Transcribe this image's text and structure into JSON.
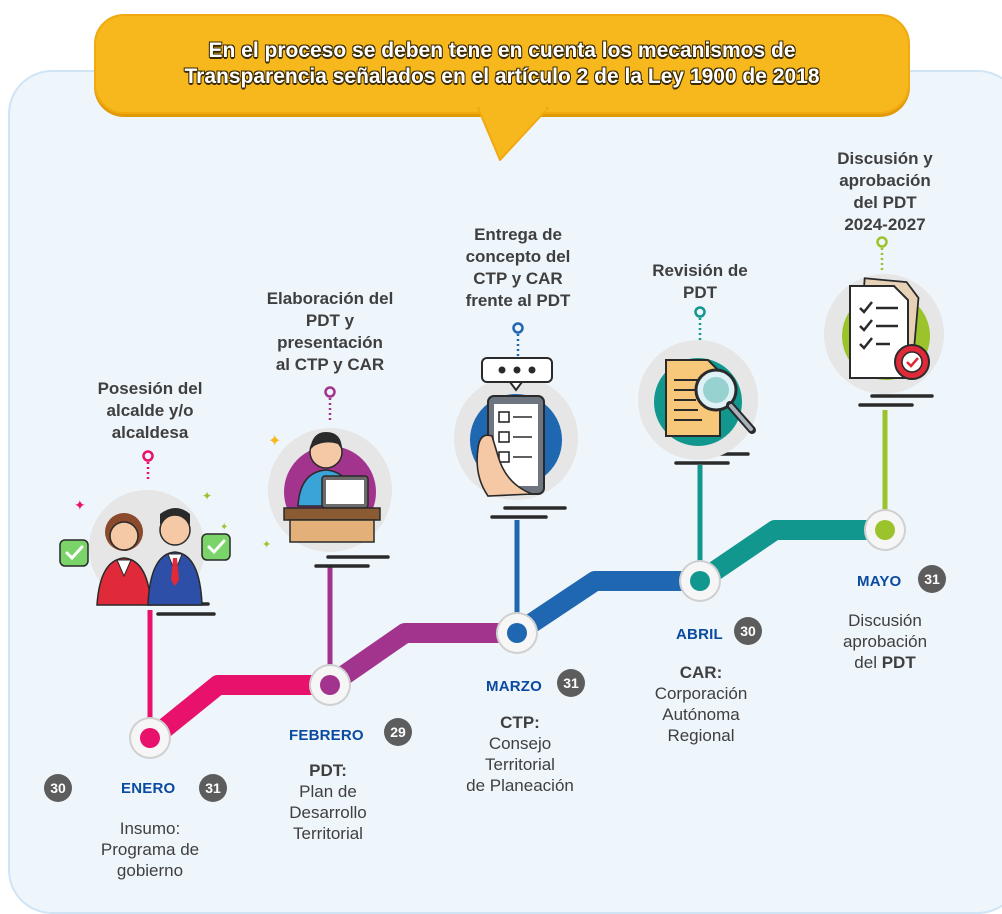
{
  "callout": {
    "line1": "En el proceso se deben tene en cuenta los mecanismos de",
    "line2": "Transparencia señalados en el artículo 2 de la Ley 1900 de 2018"
  },
  "colors": {
    "step1": "#e8116b",
    "step2": "#a3348e",
    "step3": "#1f67b0",
    "step4": "#12978f",
    "step5": "#9bc42c",
    "month": "#0a4aa0",
    "day_badge": "#5d5d5d",
    "callout": "#f7b81e"
  },
  "steps": [
    {
      "icon": "officials-icon",
      "title_lines": [
        "Posesión del",
        "alcalde y/o",
        "alcaldesa"
      ],
      "month": "ENERO",
      "day_start": "30",
      "day_end": "31",
      "desc_lines": [
        "Insumo:",
        "Programa de",
        "gobierno"
      ]
    },
    {
      "icon": "laptop-worker-icon",
      "title_lines": [
        "Elaboración del",
        "PDT y",
        "presentación",
        "al CTP y CAR"
      ],
      "month": "FEBRERO",
      "day_end": "29",
      "desc_head": "PDT:",
      "desc_lines": [
        "Plan de",
        "Desarrollo",
        "Territorial"
      ]
    },
    {
      "icon": "phone-checklist-icon",
      "title_lines": [
        "Entrega de",
        "concepto del",
        "CTP y CAR",
        "frente al PDT"
      ],
      "month": "MARZO",
      "day_end": "31",
      "desc_head": "CTP:",
      "desc_lines": [
        "Consejo",
        "Territorial",
        "de Planeación"
      ]
    },
    {
      "icon": "document-search-icon",
      "title_lines": [
        "Revisión de",
        "PDT"
      ],
      "month": "ABRIL",
      "day_end": "30",
      "desc_head": "CAR:",
      "desc_lines": [
        "Corporación",
        "Autónoma",
        "Regional"
      ]
    },
    {
      "icon": "approved-checklist-icon",
      "title_lines": [
        "Discusión y",
        "aprobación",
        "del PDT",
        "2024-2027"
      ],
      "month": "MAYO",
      "day_end": "31",
      "desc_lines": [
        "Discusión",
        "aprobación"
      ],
      "desc_last_prefix": "del ",
      "desc_last_bold": "PDT"
    }
  ]
}
